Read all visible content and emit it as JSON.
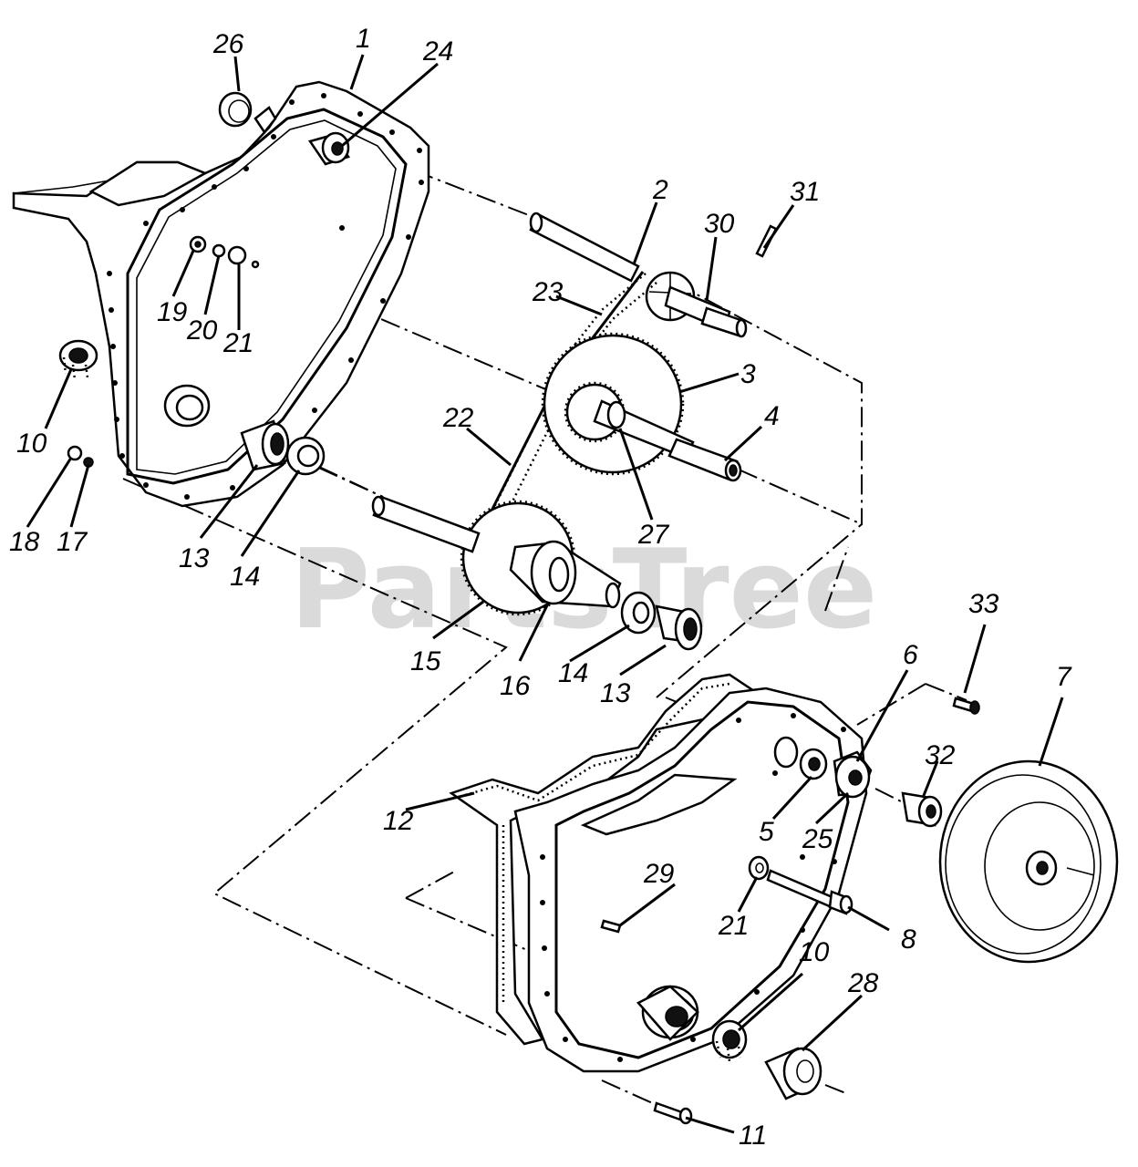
{
  "watermark": "PartsTree",
  "callouts": [
    {
      "id": "c26",
      "text": "26"
    },
    {
      "id": "c1",
      "text": "1"
    },
    {
      "id": "c24",
      "text": "24"
    },
    {
      "id": "c2",
      "text": "2"
    },
    {
      "id": "c30",
      "text": "30"
    },
    {
      "id": "c31",
      "text": "31"
    },
    {
      "id": "c23",
      "text": "23"
    },
    {
      "id": "c19",
      "text": "19"
    },
    {
      "id": "c20",
      "text": "20"
    },
    {
      "id": "c21a",
      "text": "21"
    },
    {
      "id": "c3",
      "text": "3"
    },
    {
      "id": "c10a",
      "text": "10"
    },
    {
      "id": "c22",
      "text": "22"
    },
    {
      "id": "c4",
      "text": "4"
    },
    {
      "id": "c18",
      "text": "18"
    },
    {
      "id": "c17",
      "text": "17"
    },
    {
      "id": "c27",
      "text": "27"
    },
    {
      "id": "c13a",
      "text": "13"
    },
    {
      "id": "c14a",
      "text": "14"
    },
    {
      "id": "c15",
      "text": "15"
    },
    {
      "id": "c16",
      "text": "16"
    },
    {
      "id": "c14b",
      "text": "14"
    },
    {
      "id": "c13b",
      "text": "13"
    },
    {
      "id": "c33",
      "text": "33"
    },
    {
      "id": "c6",
      "text": "6"
    },
    {
      "id": "c7",
      "text": "7"
    },
    {
      "id": "c32",
      "text": "32"
    },
    {
      "id": "c12",
      "text": "12"
    },
    {
      "id": "c5",
      "text": "5"
    },
    {
      "id": "c25",
      "text": "25"
    },
    {
      "id": "c29",
      "text": "29"
    },
    {
      "id": "c21b",
      "text": "21"
    },
    {
      "id": "c8",
      "text": "8"
    },
    {
      "id": "c10b",
      "text": "10"
    },
    {
      "id": "c28",
      "text": "28"
    },
    {
      "id": "c11",
      "text": "11"
    }
  ]
}
